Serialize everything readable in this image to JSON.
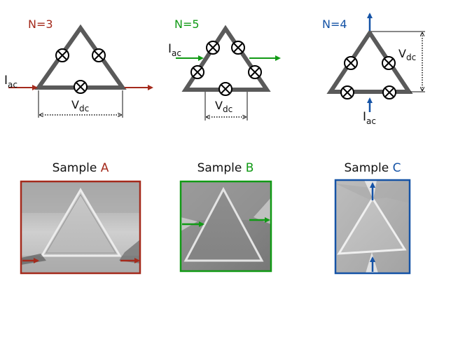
{
  "colors": {
    "red": "#a42a1c",
    "green": "#119a15",
    "blue": "#1553a6",
    "frame_gray": "#5a5a5a",
    "text": "#111111"
  },
  "panels": [
    {
      "id": "A",
      "n_label": "N=3",
      "i_label": "I",
      "i_sub": "ac",
      "v_label": "V",
      "v_sub": "dc",
      "sample_word": "Sample ",
      "sample_letter": "A"
    },
    {
      "id": "B",
      "n_label": "N=5",
      "i_label": "I",
      "i_sub": "ac",
      "v_label": "V",
      "v_sub": "dc",
      "sample_word": "Sample ",
      "sample_letter": "B"
    },
    {
      "id": "C",
      "n_label": "N=4",
      "i_label": "I",
      "i_sub": "ac",
      "v_label": "V",
      "v_sub": "dc",
      "sample_word": "Sample ",
      "sample_letter": "C"
    }
  ],
  "icons": {
    "vortex_symbol": "circle-x-icon",
    "current_arrow": "arrow-icon"
  }
}
